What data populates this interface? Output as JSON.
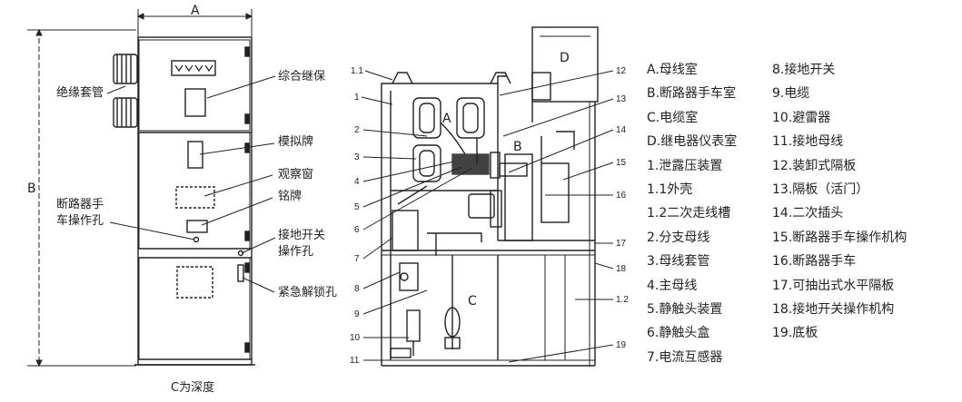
{
  "front_view": {
    "dimension_width": "A",
    "dimension_height": "B",
    "caption": "C为深度",
    "labels": {
      "bushing": "绝缘套管",
      "relay": "综合继保",
      "mimic": "模拟牌",
      "window": "观察窗",
      "nameplate": "铭牌",
      "breaker_hole_1": "断路器手",
      "breaker_hole_2": "车操作孔",
      "earth_hole_1": "接地开关",
      "earth_hole_2": "操作孔",
      "unlock": "紧急解锁孔"
    }
  },
  "section_view": {
    "compartments": [
      "A",
      "B",
      "C",
      "D"
    ],
    "left_numbers": [
      "1.1",
      "1",
      "2",
      "3",
      "4",
      "5",
      "6",
      "7",
      "8",
      "9",
      "10",
      "11"
    ],
    "right_numbers": [
      "12",
      "13",
      "14",
      "15",
      "16",
      "17",
      "18",
      "1.2",
      "19"
    ]
  },
  "legend": {
    "col1": [
      "A.母线室",
      "B.断路器手车室",
      "C.电缆室",
      "D.继电器仪表室",
      "1.泄露压装置",
      "1.1外壳",
      "1.2二次走线槽",
      "2.分支母线",
      "3.母线套管",
      "4.主母线",
      "5.静触头装置",
      "6.静触头盒",
      "7.电流互感器"
    ],
    "col2": [
      "8.接地开关",
      "9.电缆",
      "10.避雷器",
      "11.接地母线",
      "12.装卸式隔板",
      "13.隔板（活门）",
      "14.二次插头",
      "15.断路器手车操作机构",
      "16.断路器手车",
      "17.可抽出式水平隔板",
      "18.接地开关操作机构",
      "19.底板"
    ]
  }
}
